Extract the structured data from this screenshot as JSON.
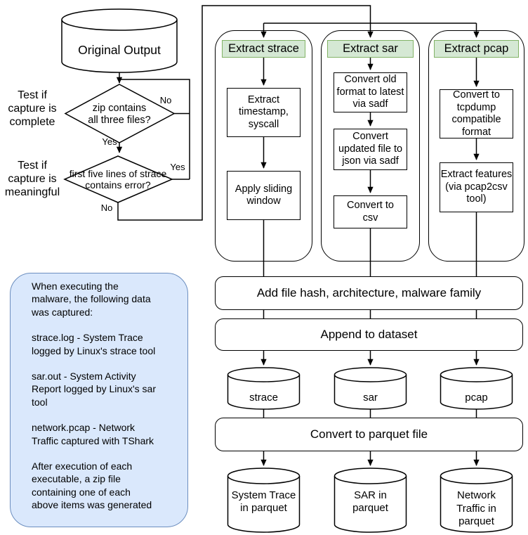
{
  "source": {
    "label": "Original Output"
  },
  "decisions": {
    "side1": "Test if\ncapture is\ncomplete",
    "d1": "zip contains\nall three files?",
    "d1_no": "No",
    "d1_yes": "Yes",
    "side2": "Test if\ncapture is\nmeaningful",
    "d2": "first five lines of strace\ncontains error?",
    "d2_yes": "Yes",
    "d2_no": "No"
  },
  "pipelines": [
    {
      "header": "Extract strace",
      "steps": [
        "Extract\ntimestamp,\nsyscall",
        "Apply sliding\nwindow"
      ]
    },
    {
      "header": "Extract sar",
      "steps": [
        "Convert old\nformat to latest\nvia sadf",
        "Convert\nupdated file to\njson via sadf",
        "Convert to\ncsv"
      ]
    },
    {
      "header": "Extract pcap",
      "steps": [
        "Convert to\ntcpdump\ncompatible\nformat",
        "Extract features\n(via pcap2csv\ntool)"
      ]
    }
  ],
  "bars": {
    "add_metadata": "Add file hash, architecture, malware family",
    "append": "Append to dataset",
    "parquet": "Convert to parquet file"
  },
  "stores": {
    "intermediate": [
      "strace",
      "sar",
      "pcap"
    ],
    "final": [
      "System Trace\nin parquet",
      "SAR in\nparquet",
      "Network\nTraffic in\nparquet"
    ]
  },
  "note": {
    "p1": "When executing the\nmalware, the following data\nwas captured:",
    "p2": "strace.log - System Trace\nlogged by Linux's strace tool",
    "p3": "sar.out - System Activity\nReport logged by Linux's sar\ntool",
    "p4": "network.pcap - Network\nTraffic captured with TShark",
    "p5": "After execution of each\nexecutable, a zip file\ncontaining one of each\nabove items was generated"
  },
  "colors": {
    "header-fill": "#d5e8d4",
    "header-stroke": "#82b366",
    "note-fill": "#dae8fc",
    "note-stroke": "#6c8ebf",
    "line": "#000000"
  }
}
